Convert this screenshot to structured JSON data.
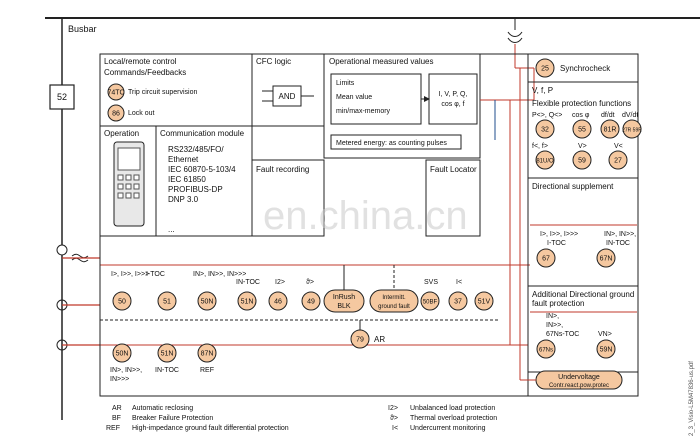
{
  "busbar": "Busbar",
  "breaker": "52",
  "panels": {
    "local_remote": {
      "title": "Local/remote control",
      "commands": "Commands/Feedbacks",
      "trip_label": "Trip circuit supervision",
      "lockout_label": "Lock out",
      "trip_code": "74TC",
      "lockout_code": "86"
    },
    "cfc": {
      "title": "CFC logic",
      "gate": "AND"
    },
    "operational": {
      "title": "Operational measured values",
      "limits": "Limits",
      "mean": "Mean value",
      "minmax": "min/max-memory",
      "readout_1": "I, V, P, Q,",
      "readout_2": "cos φ, f",
      "metered": "Metered energy: as counting pulses"
    },
    "operation": {
      "title": "Operation"
    },
    "comm": {
      "title": "Communication module",
      "lines": [
        "RS232/485/FO/",
        "Ethernet",
        "IEC 60870-5-103/4",
        "IEC 61850",
        "PROFIBUS-DP",
        "DNP 3.0"
      ],
      "more": "..."
    },
    "fault_recording": {
      "title": "Fault recording"
    },
    "fault_locator": {
      "title": "Fault Locator"
    },
    "vfp": {
      "title": "V, f, P"
    },
    "flexible": {
      "title": "Flexible protection functions",
      "col1": "P<>, Q<>",
      "col2": "cos φ",
      "col3": "df/dt",
      "col4": "dV/dt",
      "row2_1": "f<, f>",
      "row2_2": "V>",
      "row2_3": "V<"
    },
    "directional_supplement": {
      "title": "Directional supplement",
      "left_label_1": "I>, I>>, I>>>",
      "left_label_2": "I-TOC",
      "right_label_1": "IN>, IN>>,",
      "right_label_2": "IN-TOC"
    },
    "additional_directional": {
      "title_1": "Additional Directional ground",
      "title_2": "fault protection",
      "left_label_1": "IN>,",
      "left_label_2": "IN>>,",
      "left_label_3": "67Ns-TOC",
      "right_label": "VN>"
    },
    "undervoltage": {
      "line1": "Undervoltage",
      "line2": "Contr.react.pow.protec"
    }
  },
  "synchrocheck": {
    "code": "25",
    "label": "Synchrocheck"
  },
  "flex_codes": [
    "32",
    "55",
    "81R",
    "27R 59R"
  ],
  "flex_codes_row2": [
    "81U/O",
    "59",
    "27"
  ],
  "dir_codes": [
    "67",
    "67N"
  ],
  "dir_codes_2": [
    "67Ns",
    "59N"
  ],
  "lower_labels": {
    "g50": "I>, I>>, I>>>",
    "g51": "I-TOC",
    "g50n": "IN>, IN>>, IN>>>",
    "g51n": "IN-TOC",
    "g46": "I2>",
    "g49": "ϑ>",
    "svs": "SVS",
    "g37": "I<",
    "b50n_1": "IN>, IN>>,",
    "b50n_2": "IN>>>",
    "b51n": "IN-TOC",
    "b87n": "REF"
  },
  "lower_codes": [
    "50",
    "51",
    "50N",
    "51N",
    "46",
    "49",
    "37",
    "51V"
  ],
  "inrush": {
    "line1": "InRush",
    "line2": "BLK"
  },
  "intermittent": {
    "line1": "Intermitt.",
    "line2": "ground fault"
  },
  "bf_code": "50BF",
  "ar_code": "79",
  "ar_label": "AR",
  "bottom_codes": [
    "50N",
    "51N",
    "87N"
  ],
  "legend_left": [
    {
      "code": "AR",
      "text": "Automatic reclosing"
    },
    {
      "code": "BF",
      "text": "Breaker Failure Protection"
    },
    {
      "code": "REF",
      "text": "High-impedance ground fault differential protection"
    }
  ],
  "legend_right": [
    {
      "code": "I2>",
      "text": "Unbalanced load protection"
    },
    {
      "code": "ϑ>",
      "text": "Thermal overload protection"
    },
    {
      "code": "I<",
      "text": "Undercurrent monitoring"
    }
  ],
  "watermark": "en.china.cn",
  "side_label": "2_3_Visio-L5M47836-us.pdf",
  "colors": {
    "red": "#c0392b",
    "orange": "#f5c8a0",
    "blue": "#1f4e8c",
    "line": "#222222"
  }
}
